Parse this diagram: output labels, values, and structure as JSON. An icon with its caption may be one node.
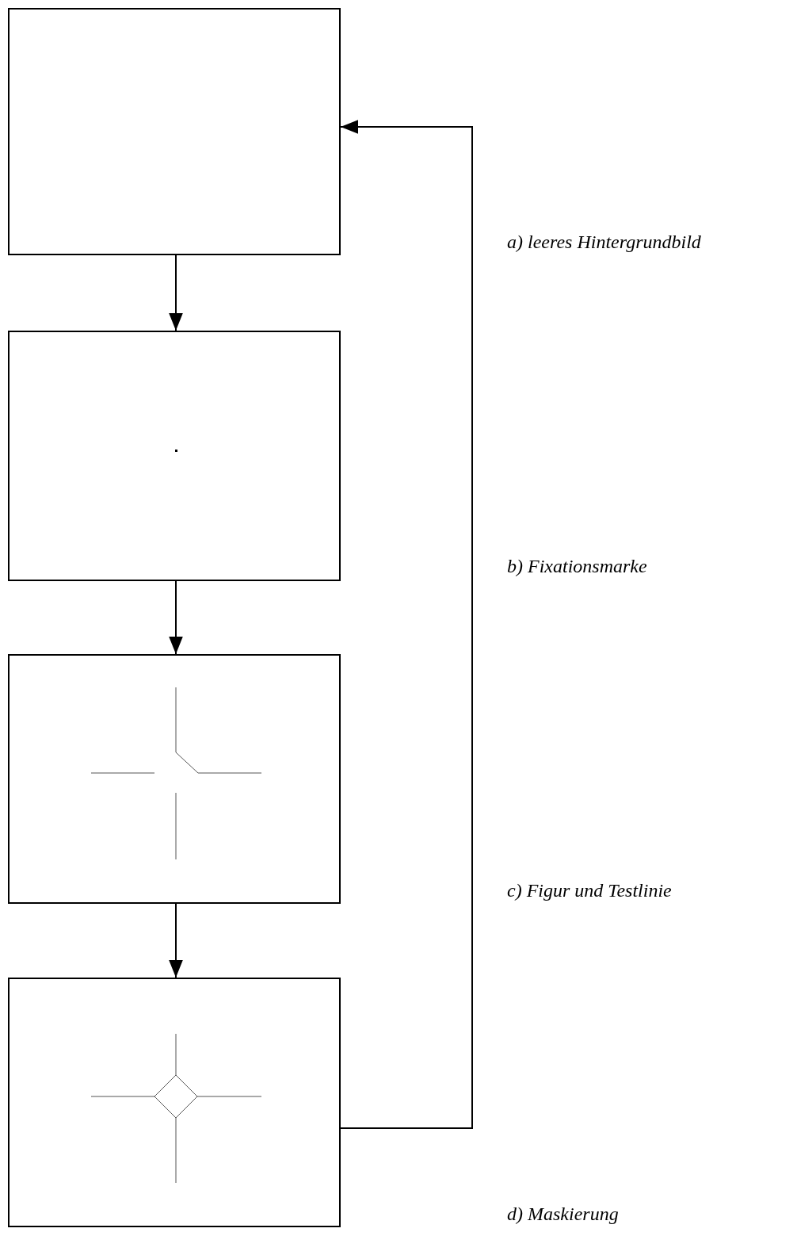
{
  "diagram": {
    "nodes": [
      {
        "text": [],
        "shape": "box"
      },
      {
        "text": [],
        "shape": "picture"
      },
      {
        "text": [],
        "shape": "picture"
      },
      {
        "text": [],
        "shape": "picture"
      }
    ],
    "edges": [
      {
        "from": 0,
        "to": 1,
        "arrow": "to"
      },
      {
        "from": 1,
        "to": 2,
        "arrow": "to"
      },
      {
        "from": 2,
        "to": 3,
        "arrow": "to"
      },
      {
        "from": 3,
        "to": 0,
        "arrow": "to"
      }
    ],
    "labels": [
      "a) leeres Hintergrundbild",
      "b) Fixationsmarke",
      "c) Figur und Testlinie",
      "d) Maskierung"
    ]
  }
}
